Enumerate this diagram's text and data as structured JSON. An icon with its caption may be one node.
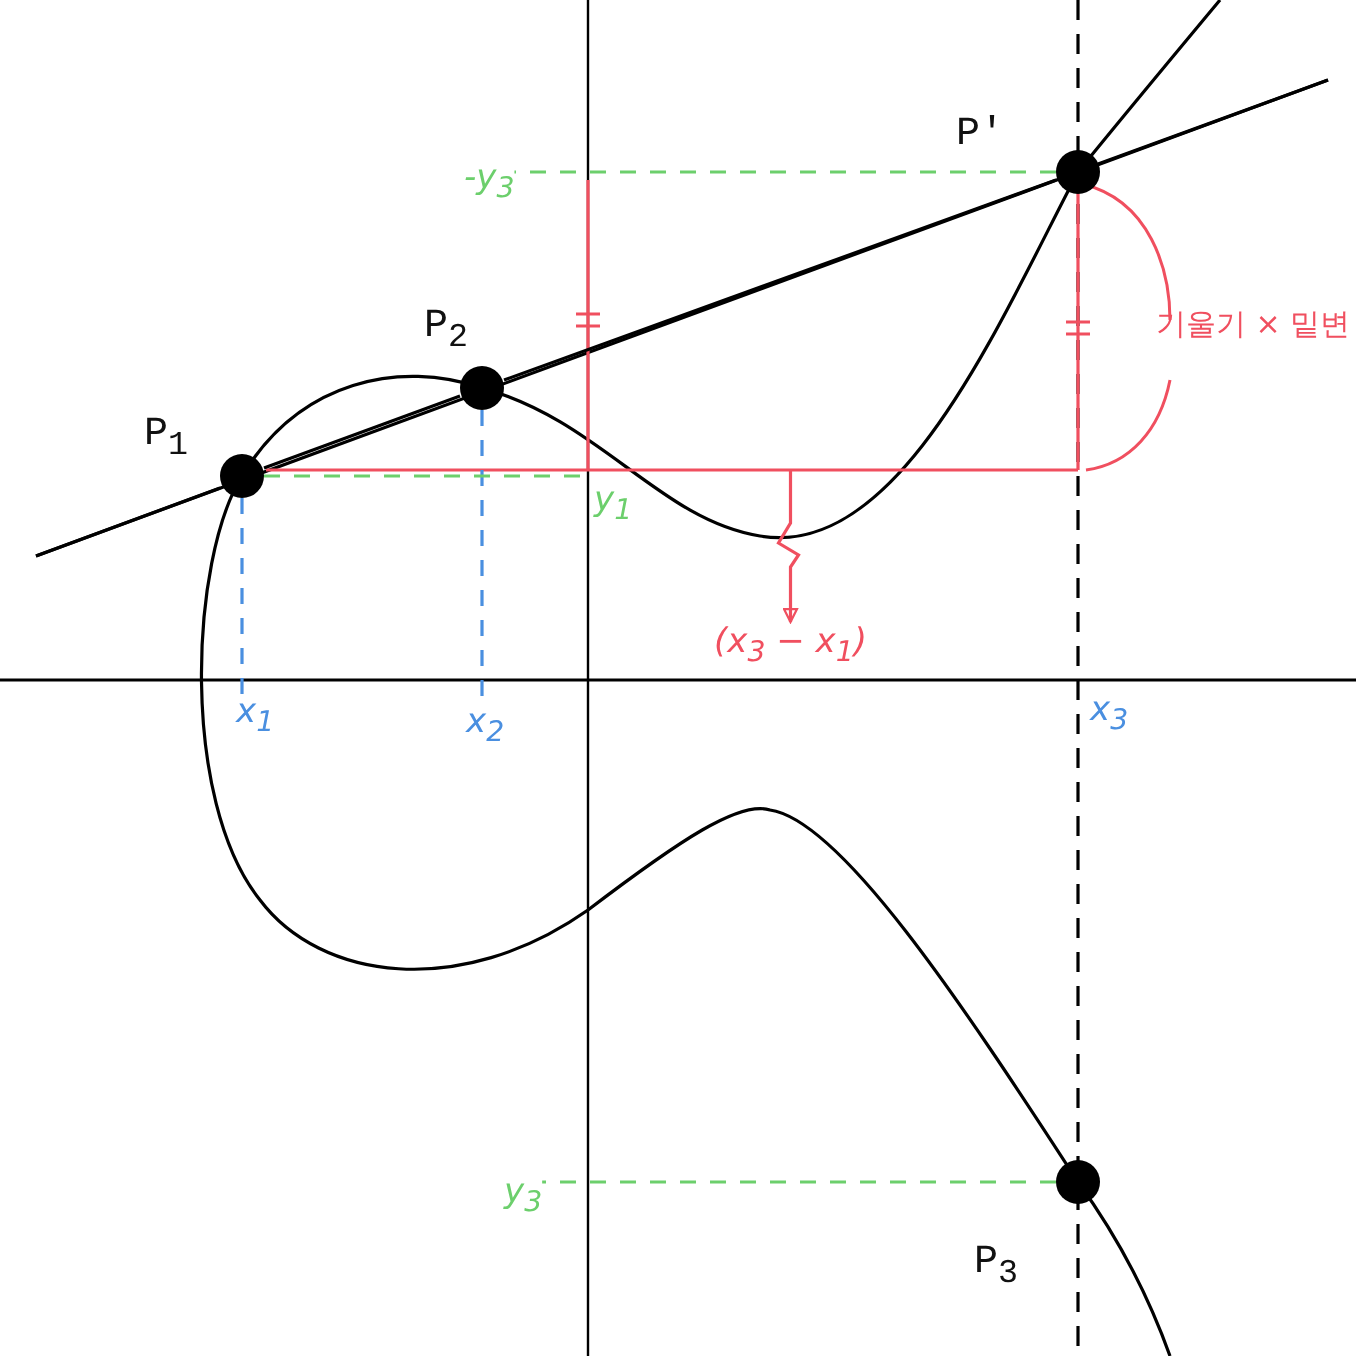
{
  "diagram": {
    "nodes": [
      {
        "text": [],
        "shape": "circle",
        "beside": [
          "P$_{1}$"
        ]
      },
      {
        "text": [],
        "shape": "circle",
        "beside": [
          "P$_{2}$"
        ]
      },
      {
        "text": [],
        "shape": "circle",
        "beside": [
          "P′"
        ]
      },
      {
        "text": [],
        "shape": "circle",
        "beside": [
          "P$_{3}$"
        ]
      },
      {
        "text": [
          "x$_{1}$"
        ]
      },
      {
        "text": [
          "x$_{2}$"
        ]
      },
      {
        "text": [
          "y$_{1}$"
        ]
      },
      {
        "text": [
          "-y$_{3}$"
        ]
      },
      {
        "text": [
          "y$_{3}$"
        ]
      },
      {
        "text": [
          "(x$_{3}$ − x$_{1}$)"
        ]
      },
      {
        "text": [],
        "shape": "line"
      }
    ],
    "edges": [
      {
        "from": 0,
        "to": 4,
        "arrow": "none",
        "style": "dashed",
        "color": "#4a8fe0"
      },
      {
        "from": 1,
        "to": 5,
        "arrow": "none",
        "style": "dashed",
        "color": "#4a8fe0"
      },
      {
        "from": 0,
        "to": 6,
        "arrow": "none",
        "style": "dashed",
        "color": "#6ccf6c"
      },
      {
        "from": 2,
        "to": 7,
        "arrow": "none",
        "style": "dashed",
        "color": "#6ccf6c"
      },
      {
        "from": 3,
        "to": 8,
        "arrow": "none",
        "style": "dashed",
        "color": "#6ccf6c"
      },
      {
        "from": 10,
        "to": 9,
        "arrow": "to",
        "color": "#f04f5f"
      },
      {
        "from": 0,
        "to": 1,
        "arrow": "none",
        "color": "#000000"
      },
      {
        "from": 1,
        "to": 2,
        "arrow": "none",
        "color": "#000000"
      }
    ],
    "labels": [
      "x$_{3}$",
      "기울기 × 밑변"
    ]
  }
}
